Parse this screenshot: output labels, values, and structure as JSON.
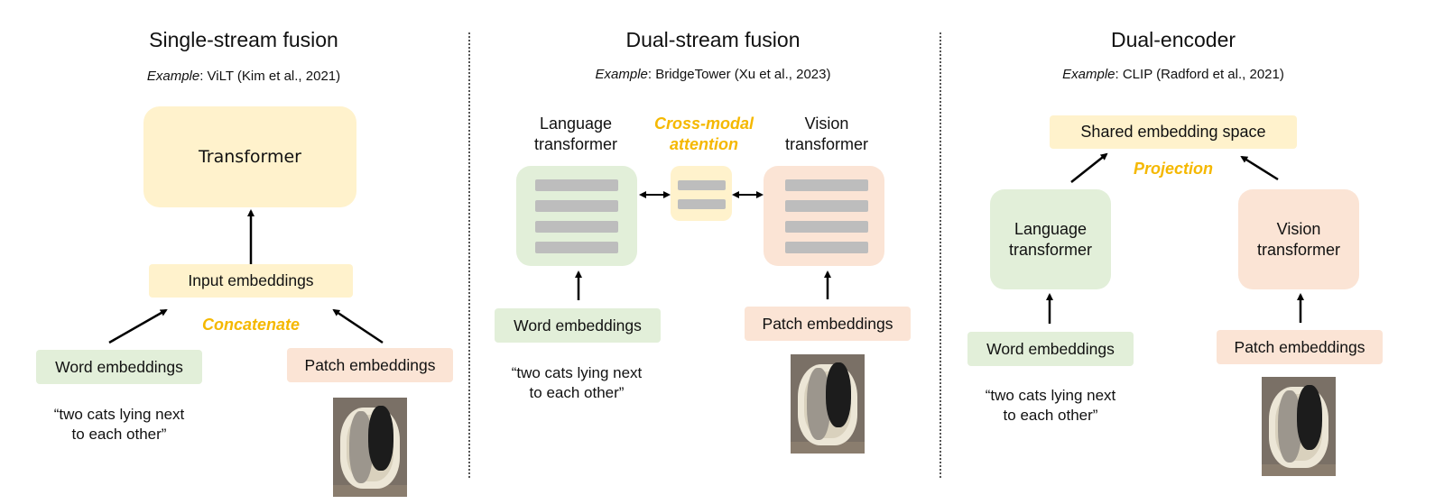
{
  "panels": [
    {
      "title": "Single-stream fusion",
      "example_label": "Example",
      "example_text": ": ViLT (Kim et al., 2021)",
      "transformer_label": "Transformer",
      "input_embeddings_label": "Input embeddings",
      "concatenate_label": "Concatenate",
      "word_embeddings_label": "Word embeddings",
      "patch_embeddings_label": "Patch embeddings",
      "caption": [
        "“two cats lying next",
        "to each other”"
      ],
      "image_alt": "cat-photo"
    },
    {
      "title": "Dual-stream fusion",
      "example_label": "Example",
      "example_text": ": BridgeTower (Xu et al., 2023)",
      "language_transformer_label": [
        "Language",
        "transformer"
      ],
      "cross_modal_label": [
        "Cross-modal",
        "attention"
      ],
      "vision_transformer_label": [
        "Vision",
        "transformer"
      ],
      "word_embeddings_label": "Word embeddings",
      "patch_embeddings_label": "Patch embeddings",
      "caption": [
        "“two cats lying next",
        "to each other”"
      ],
      "image_alt": "cat-photo"
    },
    {
      "title": "Dual-encoder",
      "example_label": "Example",
      "example_text": ": CLIP (Radford et al., 2021)",
      "shared_space_label": "Shared embedding space",
      "projection_label": "Projection",
      "language_transformer_label": [
        "Language",
        "transformer"
      ],
      "vision_transformer_label": [
        "Vision",
        "transformer"
      ],
      "word_embeddings_label": "Word embeddings",
      "patch_embeddings_label": "Patch embeddings",
      "caption": [
        "“two cats lying next",
        "to each other”"
      ],
      "image_alt": "cat-photo"
    }
  ],
  "colors": {
    "yellow_box": "#fff2cc",
    "green_box": "#e2efd9",
    "peach_box": "#fbe4d5",
    "accent_text": "#f5b800",
    "bar_grey": "#bdbdbd",
    "arrow": "#000000"
  }
}
